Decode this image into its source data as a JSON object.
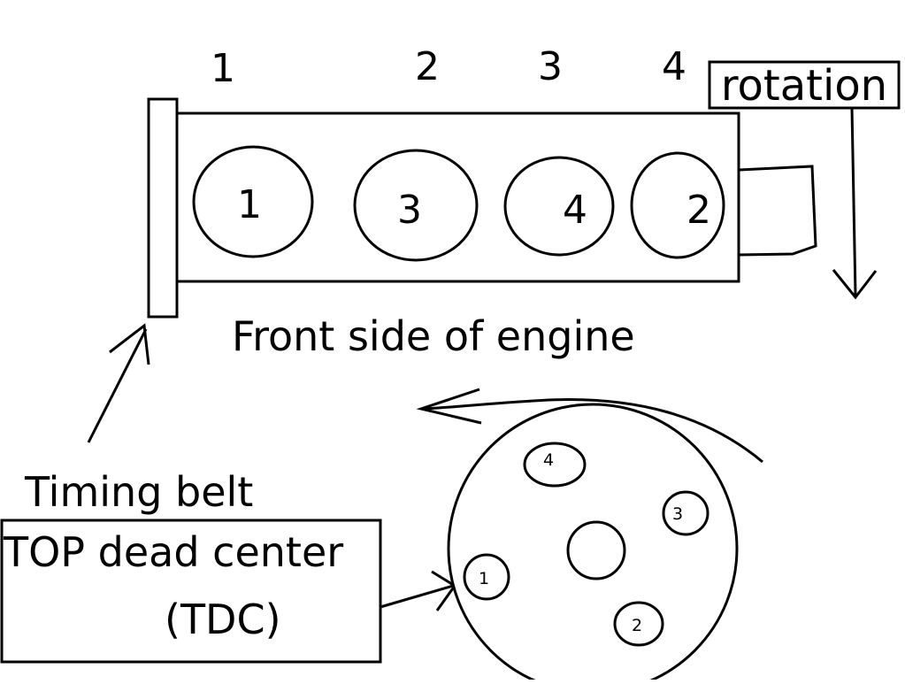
{
  "colors": {
    "ink": "#000000",
    "paper": "#ffffff"
  },
  "cylinder_position_numbers": [
    "1",
    "2",
    "3",
    "4"
  ],
  "cylinders": [
    "1",
    "3",
    "4",
    "2"
  ],
  "labels": {
    "rotation": "rotation",
    "front_side": "Front side of engine",
    "timing_belt": "Timing belt",
    "tdc_line1": "TOP dead center",
    "tdc_line2": "(TDC)"
  },
  "distributor_terminals": [
    "4",
    "3",
    "1",
    "2"
  ]
}
